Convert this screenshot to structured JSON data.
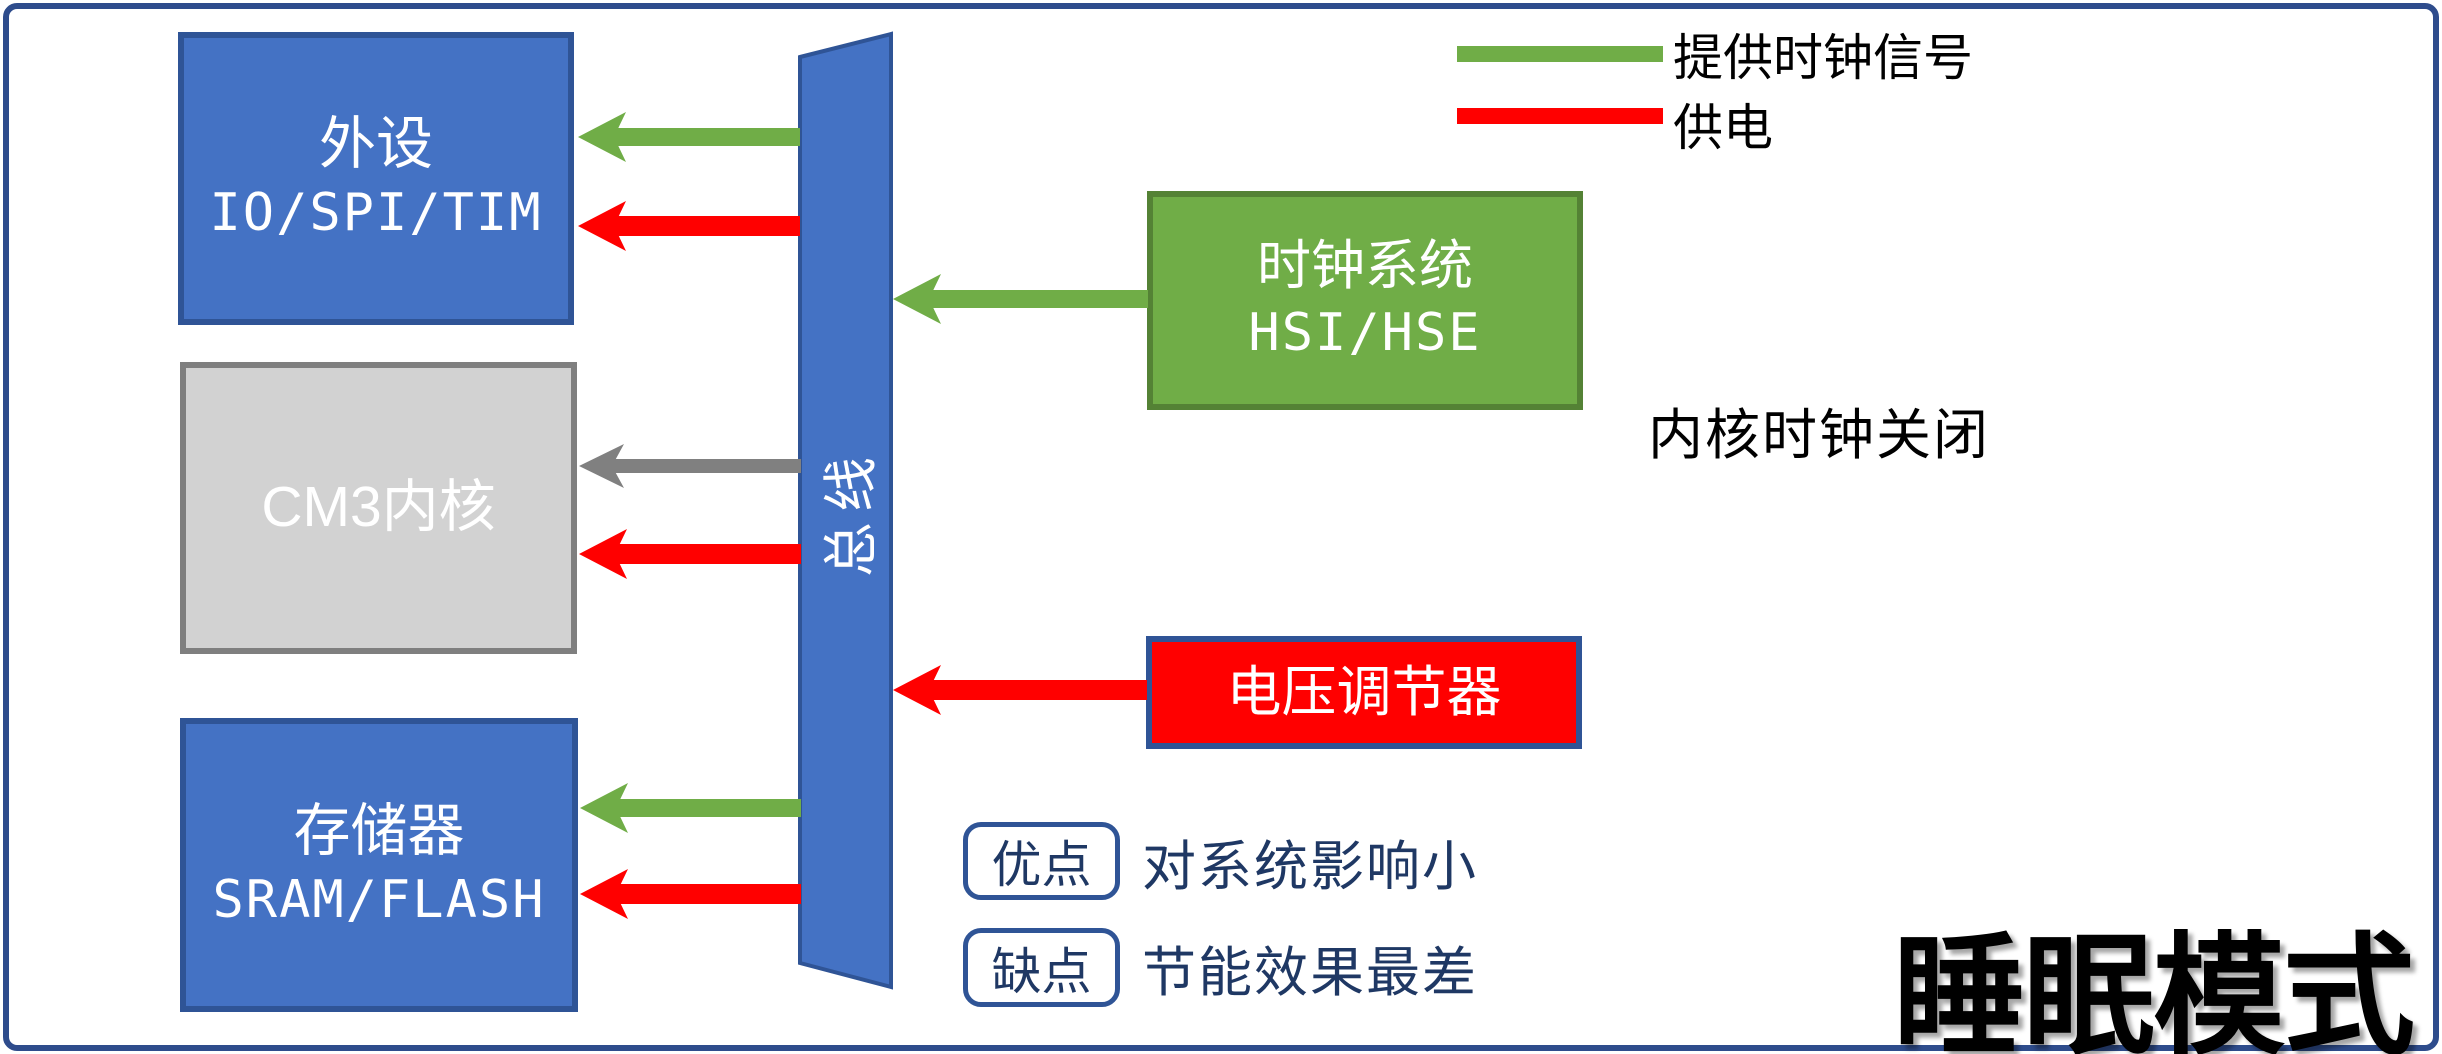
{
  "diagram_title": "睡眠模式",
  "colors": {
    "block_blue": "#4472C4",
    "block_blue_border": "#2F5496",
    "green": "#70AD47",
    "green_border": "#548235",
    "gray_fill": "#D2D2D2",
    "gray_border": "#7F7F7F",
    "gray_arrow": "#808080",
    "red": "#FF0000",
    "navy_border": "#2F5496",
    "navy_text": "#1F3864",
    "frame": "#2E4C8C",
    "title_black": "#000000"
  },
  "legend": {
    "clock_signal": {
      "label": "提供时钟信号",
      "color": "#70AD47"
    },
    "power": {
      "label": "供电",
      "color": "#FF0000"
    }
  },
  "blocks": {
    "peripheral": {
      "title": "外设",
      "subtitle": "IO/SPI/TIM"
    },
    "core": {
      "title": "CM3内核"
    },
    "memory": {
      "title": "存储器",
      "subtitle": "SRAM/FLASH"
    },
    "bus": {
      "label": "总线"
    },
    "clock_system": {
      "title": "时钟系统",
      "subtitle": "HSI/HSE"
    },
    "voltage_regulator": {
      "title": "电压调节器"
    }
  },
  "annotations": {
    "core_clock_off": "内核时钟关闭"
  },
  "notes": [
    {
      "badge": "优点",
      "text": "对系统影响小"
    },
    {
      "badge": "缺点",
      "text": "节能效果最差"
    }
  ],
  "arrows": [
    {
      "name": "bus-to-peripheral-clock",
      "meaning": "提供时钟信号",
      "color": "#70AD47"
    },
    {
      "name": "bus-to-peripheral-power",
      "meaning": "供电",
      "color": "#FF0000"
    },
    {
      "name": "bus-to-core-clock-stopped",
      "meaning": "内核时钟关闭",
      "color": "#808080"
    },
    {
      "name": "bus-to-core-power",
      "meaning": "供电",
      "color": "#FF0000"
    },
    {
      "name": "bus-to-memory-clock",
      "meaning": "提供时钟信号",
      "color": "#70AD47"
    },
    {
      "name": "bus-to-memory-power",
      "meaning": "供电",
      "color": "#FF0000"
    },
    {
      "name": "clock-system-to-bus",
      "meaning": "提供时钟信号",
      "color": "#70AD47"
    },
    {
      "name": "voltage-regulator-to-bus",
      "meaning": "供电",
      "color": "#FF0000"
    }
  ]
}
